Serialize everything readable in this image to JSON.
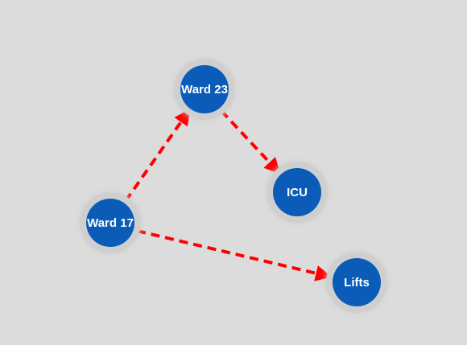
{
  "colors": {
    "background": "#dcdcdc",
    "node_fill": "#0a5cb8",
    "node_ring": "#cfcfcf",
    "edge": "#ff0000",
    "label": "#ffffff"
  },
  "nodes": [
    {
      "id": "ward23",
      "label": "Ward 23"
    },
    {
      "id": "icu",
      "label": "ICU"
    },
    {
      "id": "ward17",
      "label": "Ward 17"
    },
    {
      "id": "lifts",
      "label": "Lifts"
    }
  ],
  "edges": [
    {
      "from": "ward17",
      "to": "ward23",
      "style": "dashed"
    },
    {
      "from": "ward23",
      "to": "icu",
      "style": "dashed"
    },
    {
      "from": "ward17",
      "to": "lifts",
      "style": "dashed"
    }
  ]
}
